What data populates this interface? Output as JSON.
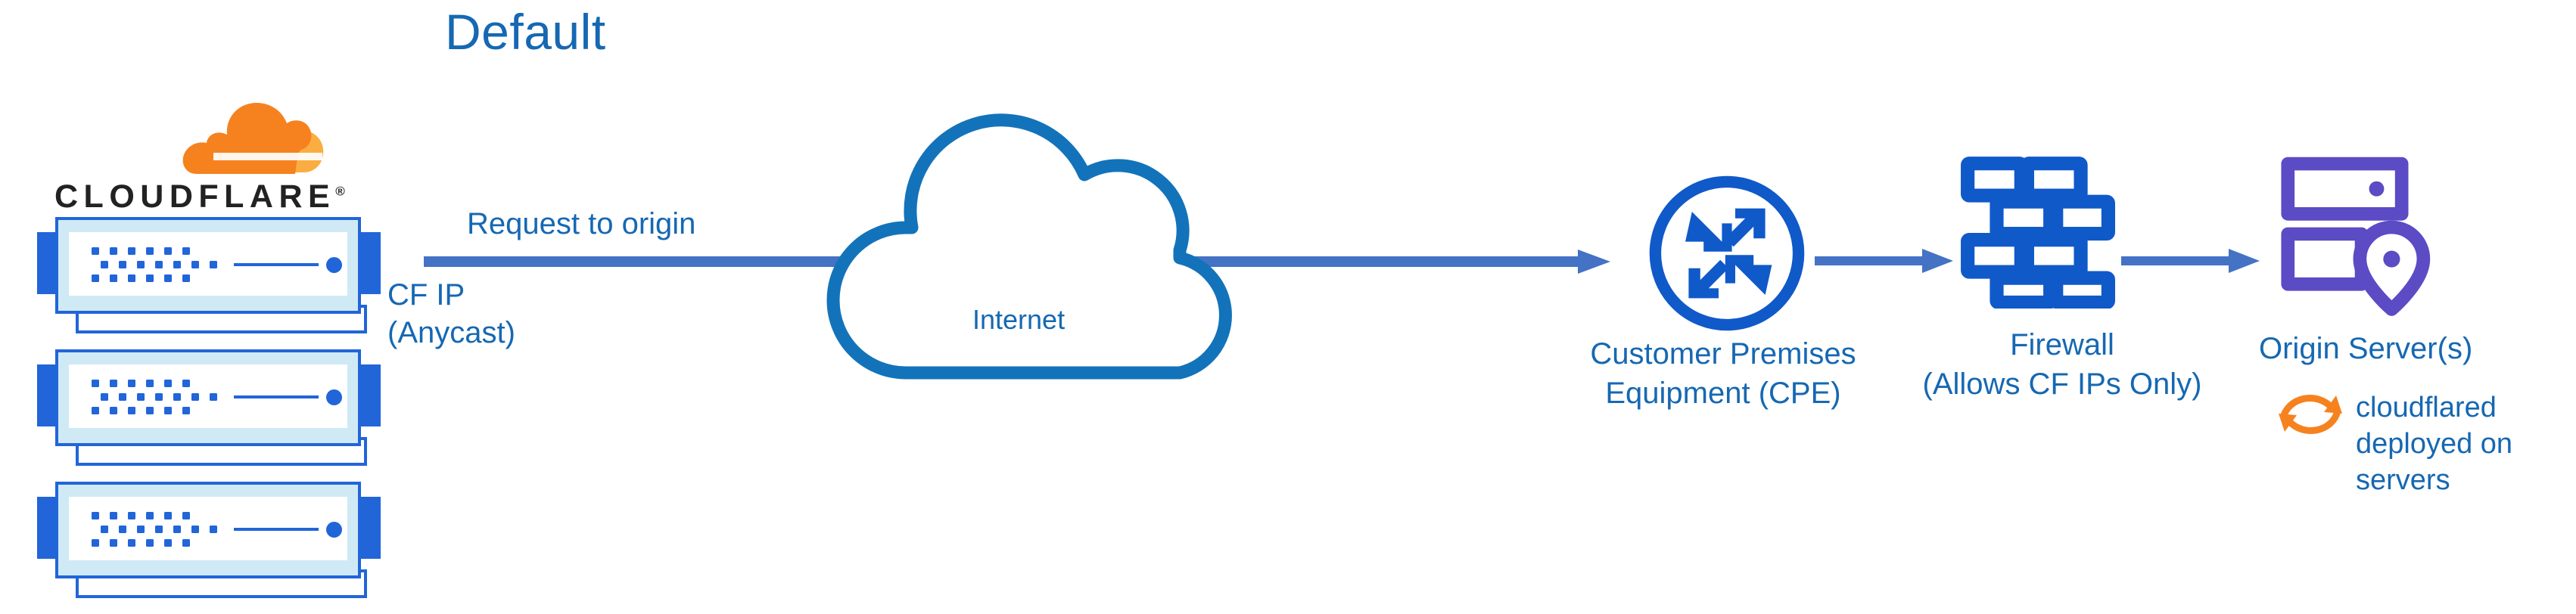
{
  "title": "Default",
  "colors": {
    "title_blue": "#1668B2",
    "label_blue": "#1668B2",
    "node_blue": "#1668B2",
    "icon_blue": "#1059C9",
    "rack_blue": "#2165D9",
    "rack_fill": "#CFEAF4",
    "arrow_blue": "#4472C4",
    "origin_purple": "#5B4BC4",
    "cloudflare_orange": "#F6821F",
    "cloudflare_orange_light": "#FBAD41",
    "wordmark_black": "#222222"
  },
  "brand": {
    "wordmark": "CLOUDFLARE",
    "registered_mark": "®",
    "logo_icon": "cloudflare-cloud-icon"
  },
  "nodes": {
    "cloudflare_edge": {
      "icon": "server-rack-icon",
      "rack_count": 3,
      "caption_line1": "CF IP",
      "caption_line2": "(Anycast)"
    },
    "internet": {
      "icon": "cloud-outline-icon",
      "label": "Internet"
    },
    "cpe": {
      "icon": "router-four-arrows-icon",
      "label_line1": "Customer Premises",
      "label_line2": "Equipment (CPE)"
    },
    "firewall": {
      "icon": "brick-wall-icon",
      "label_line1": "Firewall",
      "label_line2": "(Allows CF IPs Only)"
    },
    "origin": {
      "icon": "server-location-pin-icon",
      "label": "Origin Server(s)",
      "note_icon": "sync-arrows-icon",
      "note_line1": "cloudflared",
      "note_line2": "deployed on",
      "note_line3": "servers"
    }
  },
  "flow": {
    "request_label": "Request to origin",
    "arrows": [
      {
        "name": "edge-to-cpe",
        "from": "cloudflare_edge",
        "to": "cpe"
      },
      {
        "name": "cpe-to-firewall",
        "from": "cpe",
        "to": "firewall"
      },
      {
        "name": "firewall-to-origin",
        "from": "firewall",
        "to": "origin"
      }
    ]
  }
}
